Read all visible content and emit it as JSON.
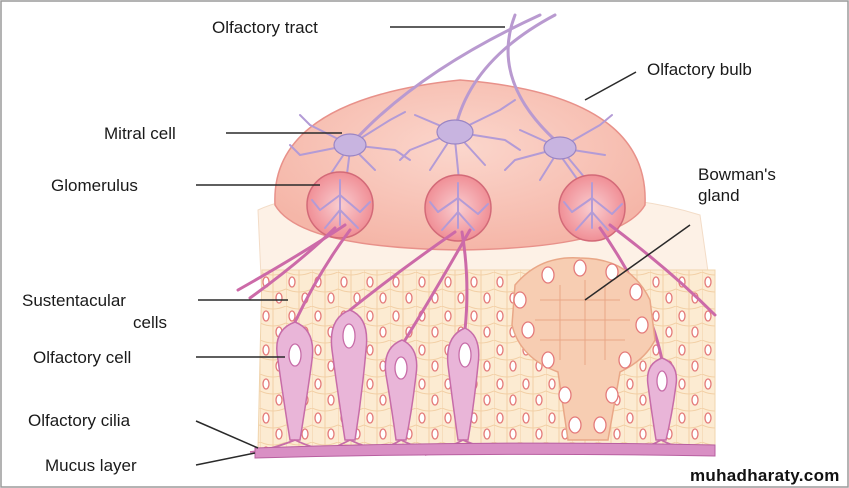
{
  "labels": {
    "olfactory_tract": "Olfactory tract",
    "olfactory_bulb": "Olfactory bulb",
    "mitral_cell": "Mitral cell",
    "glomerulus": "Glomerulus",
    "bowmans_gland_line1": "Bowman's",
    "bowmans_gland_line2": "gland",
    "sustentacular_line1": "Sustentacular",
    "sustentacular_line2": "cells",
    "olfactory_cell": "Olfactory cell",
    "olfactory_cilia": "Olfactory cilia",
    "mucus_layer": "Mucus layer"
  },
  "watermark": "muhadharaty.com",
  "colors": {
    "bulb_fill": "#f7c2b6",
    "bulb_stroke": "#e88e86",
    "epithelium": "#fbe7c8",
    "neuron": "#c8b4e0",
    "olfactory_cell": "#e9b5d8",
    "fiber": "#cc6aa8",
    "gland": "#f7cdb2"
  }
}
